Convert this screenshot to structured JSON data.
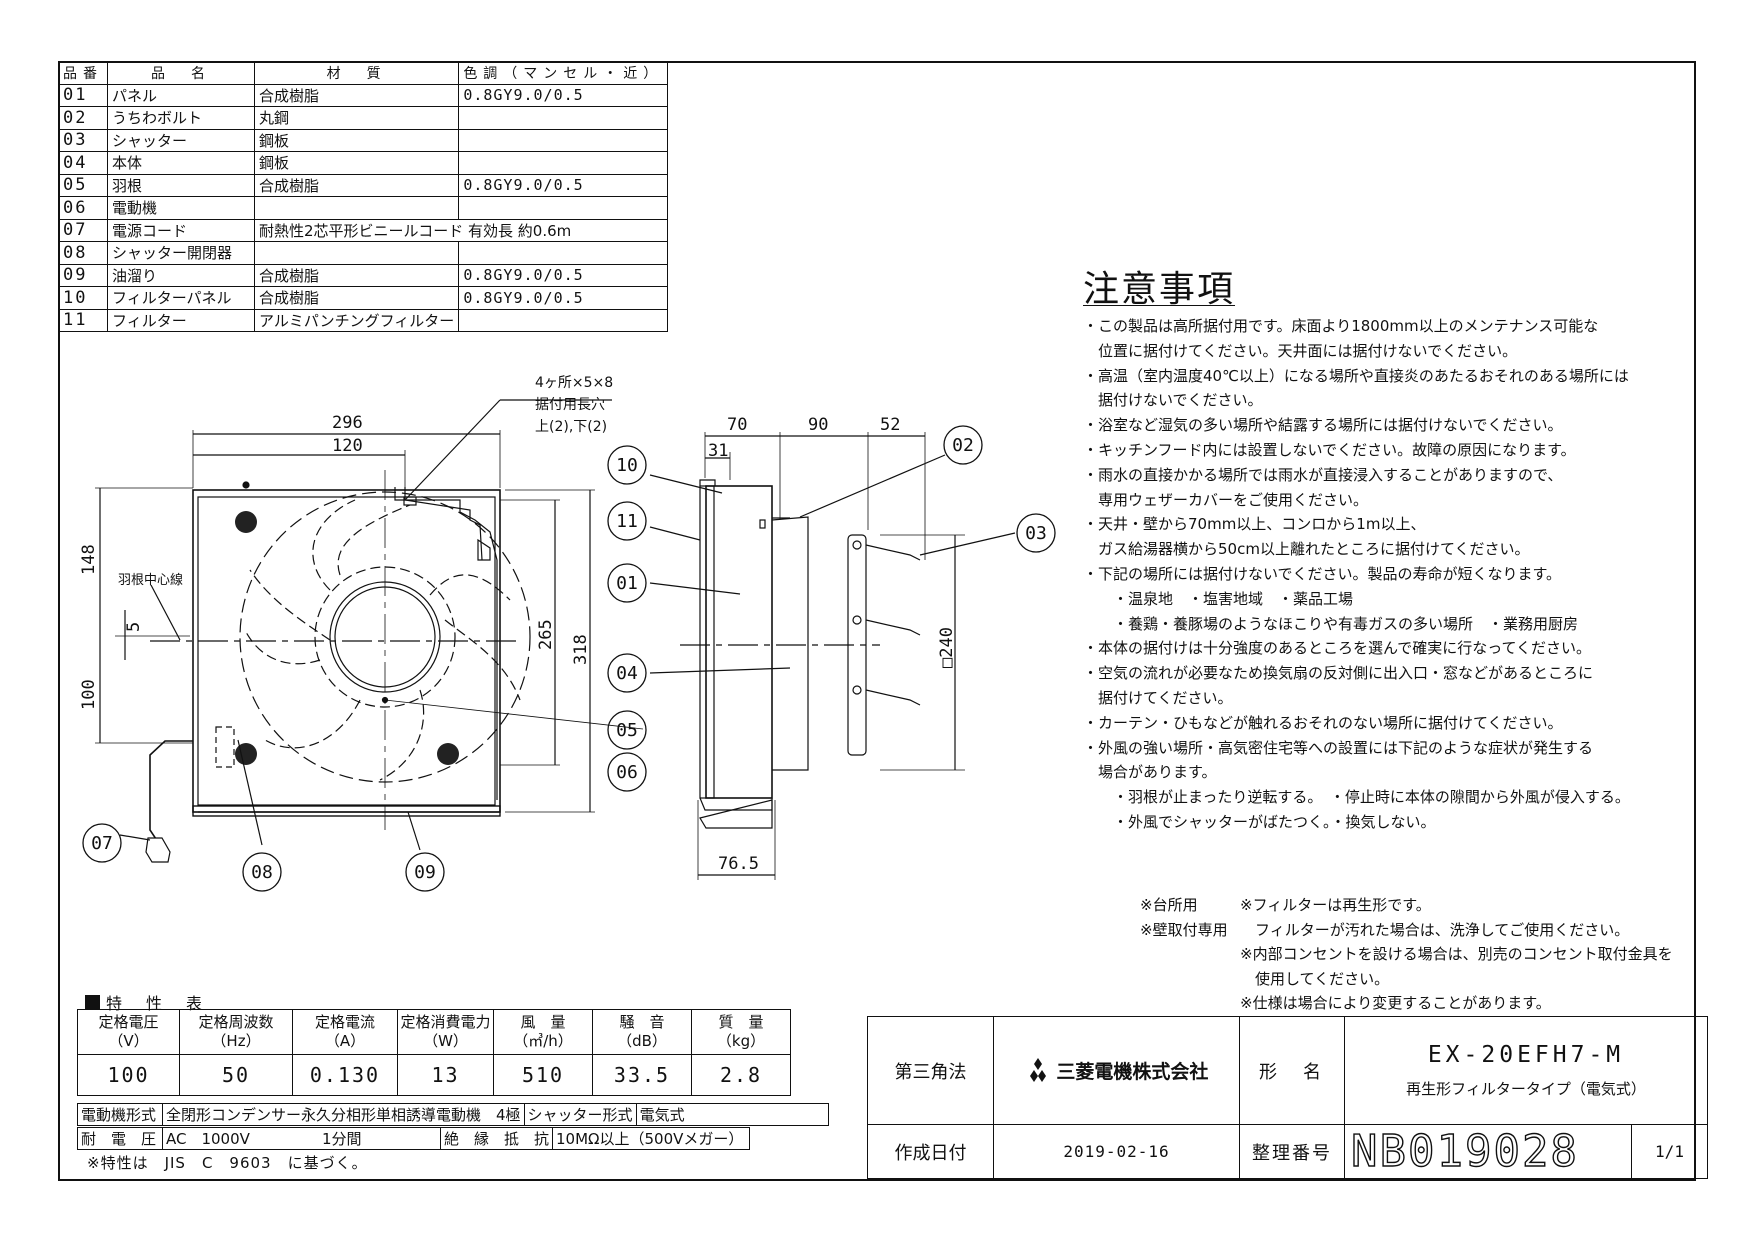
{
  "parts_table": {
    "headers": [
      "品番",
      "品　名",
      "材　質",
      "色調（マンセル・近）"
    ],
    "rows": [
      {
        "no": "01",
        "name": "パネル",
        "material": "合成樹脂",
        "color": "0.8GY9.0/0.5"
      },
      {
        "no": "02",
        "name": "うちわボルト",
        "material": "丸鋼",
        "color": ""
      },
      {
        "no": "03",
        "name": "シャッター",
        "material": "鋼板",
        "color": ""
      },
      {
        "no": "04",
        "name": "本体",
        "material": "鋼板",
        "color": ""
      },
      {
        "no": "05",
        "name": "羽根",
        "material": "合成樹脂",
        "color": "0.8GY9.0/0.5"
      },
      {
        "no": "06",
        "name": "電動機",
        "material": "",
        "color": ""
      },
      {
        "no": "07",
        "name": "電源コード",
        "material": "耐熱性2芯平形ビニールコード 有効長 約0.6m",
        "color": ""
      },
      {
        "no": "08",
        "name": "シャッター開閉器",
        "material": "",
        "color": ""
      },
      {
        "no": "09",
        "name": "油溜り",
        "material": "合成樹脂",
        "color": "0.8GY9.0/0.5"
      },
      {
        "no": "10",
        "name": "フィルターパネル",
        "material": "合成樹脂",
        "color": "0.8GY9.0/0.5"
      },
      {
        "no": "11",
        "name": "フィルター",
        "material": "アルミパンチングフィルター",
        "color": ""
      }
    ]
  },
  "front_view": {
    "dims": {
      "w296": "296",
      "w120": "120",
      "h148": "148",
      "h5": "5",
      "h100": "100",
      "h265": "265",
      "h318": "318"
    },
    "label_center": "羽根中心線",
    "hole_note": [
      "4ヶ所×5×8",
      "据付用長穴",
      "上(2),下(2)"
    ],
    "callouts": [
      "07",
      "08",
      "09"
    ]
  },
  "side_view": {
    "dims": {
      "d70": "70",
      "d90": "90",
      "d52": "52",
      "d31": "31",
      "d765": "76.5",
      "d240": "□240"
    },
    "callouts": [
      "10",
      "11",
      "01",
      "04",
      "05",
      "06",
      "02",
      "03"
    ]
  },
  "notes": {
    "title": "注意事項",
    "lines": [
      "・この製品は高所据付用です。床面より1800mm以上のメンテナンス可能な",
      "　位置に据付けてください。天井面には据付けないでください。",
      "・高温（室内温度40℃以上）になる場所や直接炎のあたるおそれのある場所には",
      "　据付けないでください。",
      "・浴室など湿気の多い場所や結露する場所には据付けないでください。",
      "・キッチンフード内には設置しないでください。故障の原因になります。",
      "・雨水の直接かかる場所では雨水が直接浸入することがありますので、",
      "　専用ウェザーカバーをご使用ください。",
      "・天井・壁から70mm以上、コンロから1m以上、",
      "　ガス給湯器横から50cm以上離れたところに据付けてください。",
      "・下記の場所には据付けないでください。製品の寿命が短くなります。",
      "　　・温泉地　・塩害地域　・薬品工場",
      "　　・養鶏・養豚場のようなほこりや有毒ガスの多い場所　・業務用厨房",
      "・本体の据付けは十分強度のあるところを選んで確実に行なってください。",
      "・空気の流れが必要なため換気扇の反対側に出入口・窓などがあるところに",
      "　据付けてください。",
      "・カーテン・ひもなどが触れるおそれのない場所に据付けてください。",
      "・外風の強い場所・高気密住宅等への設置には下記のような症状が発生する",
      "　場合があります。",
      "　　・羽根が止まったり逆転する。　・停止時に本体の隙間から外風が侵入する。",
      "　　・外風でシャッターがばたつく。・換気しない。"
    ]
  },
  "side_notes": [
    {
      "a": "※台所用",
      "b": "※フィルターは再生形です。"
    },
    {
      "a": "※壁取付専用",
      "b": "　フィルターが汚れた場合は、洗浄してご使用ください。"
    },
    {
      "a": "",
      "b": "※内部コンセントを設ける場合は、別売のコンセント取付金具を"
    },
    {
      "a": "",
      "b": "　使用してください。"
    },
    {
      "a": "",
      "b": "※仕様は場合により変更することがあります。"
    }
  ],
  "spec": {
    "title": "特　性　表",
    "headers": [
      {
        "l1": "定格電圧",
        "l2": "（V）"
      },
      {
        "l1": "定格周波数",
        "l2": "（Hz）"
      },
      {
        "l1": "定格電流",
        "l2": "（A）"
      },
      {
        "l1": "定格消費電力",
        "l2": "（W）"
      },
      {
        "l1": "風　量",
        "l2": "（㎥/h）"
      },
      {
        "l1": "騒　音",
        "l2": "（dB）"
      },
      {
        "l1": "質　量",
        "l2": "（kg）"
      }
    ],
    "values": [
      "100",
      "50",
      "0.130",
      "13",
      "510",
      "33.5",
      "2.8"
    ],
    "motor_label": "電動機形式",
    "motor_value": "全閉形コンデンサー永久分相形単相誘導電動機　4極",
    "shutter_label": "シャッター形式",
    "shutter_value": "電気式",
    "withstand_label": "耐　電　圧",
    "withstand_value": "AC　1000V",
    "withstand_time": "1分間",
    "insulation_label": "絶　縁　抵　抗",
    "insulation_value": "10MΩ以上（500Vメガー）",
    "note": "※特性は　JIS　C　9603　に基づく。"
  },
  "title_block": {
    "projection": "第三角法",
    "company": "三菱電機株式会社",
    "model_label": "形　名",
    "model": "EX-20EFH7-M",
    "model_sub": "再生形フィルタータイプ（電気式）",
    "date_label": "作成日付",
    "date": "2019-02-16",
    "number_label": "整理番号",
    "number": "NB019028",
    "page": "1/1"
  }
}
